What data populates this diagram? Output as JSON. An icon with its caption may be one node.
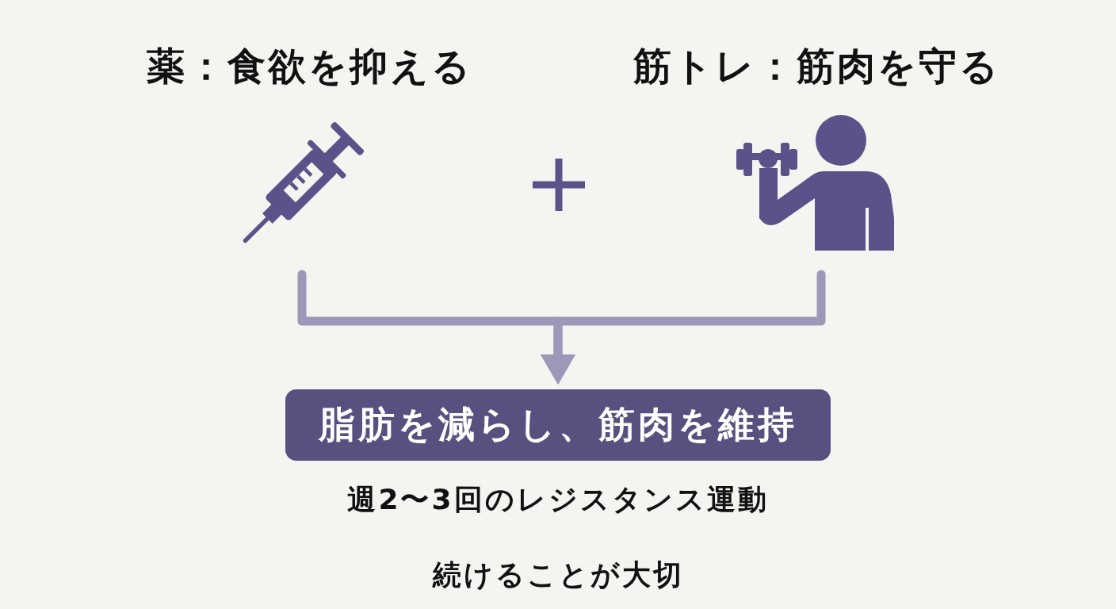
{
  "diagram": {
    "nodes": [
      {
        "text": [
          "薬：食欲を抑える"
        ]
      },
      {
        "text": [
          "筋トレ：筋肉を守る"
        ]
      },
      {
        "text": [
          "脂肪を減らし、筋肉を維持"
        ]
      }
    ],
    "edges": [
      {
        "from": 0,
        "to": 2,
        "arrow": "to"
      },
      {
        "from": 1,
        "to": 2,
        "arrow": "to"
      }
    ],
    "labels": [
      "週2〜3回のレジスタンス運動",
      "続けることが大切"
    ]
  }
}
